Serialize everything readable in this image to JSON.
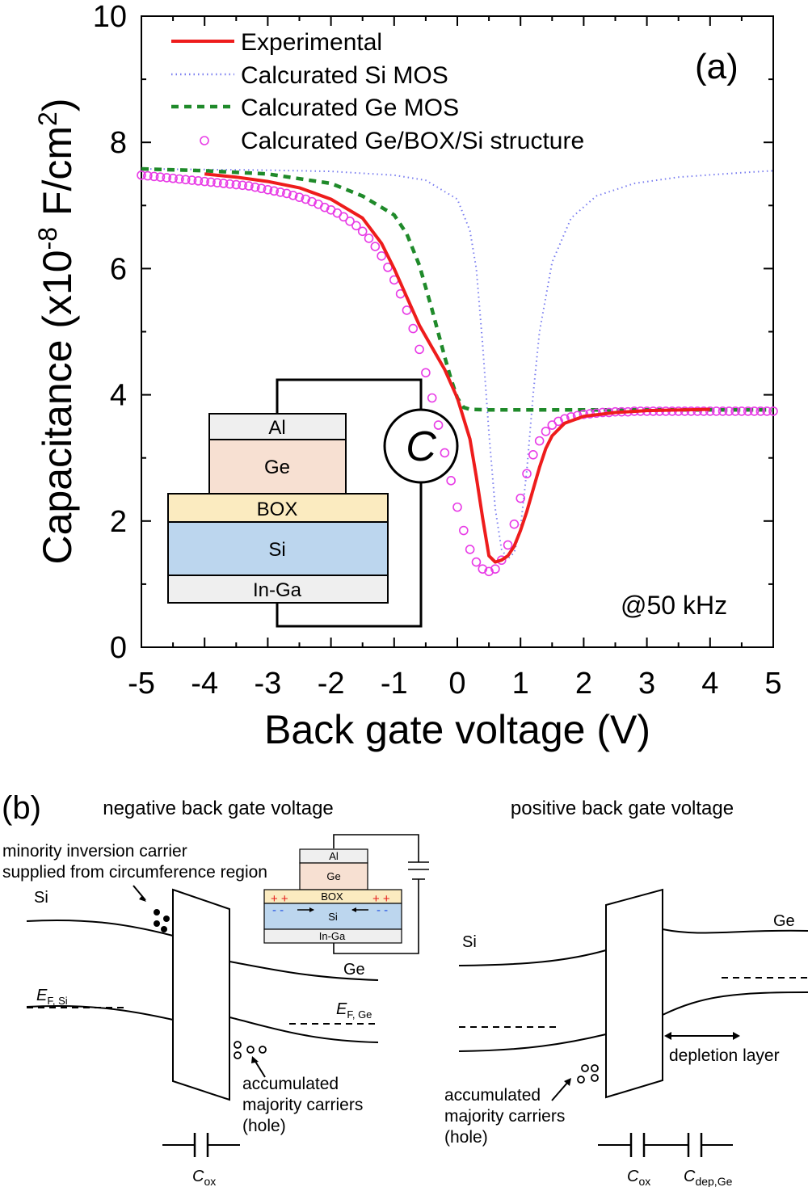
{
  "panel_a": {
    "label": "(a)",
    "frequency": "@50 kHz",
    "xlabel": "Back gate voltage (V)",
    "ylabel": "Capacitance (x10",
    "ylabel_exp": "-8",
    "ylabel_tail": " F/cm",
    "ylabel_sq": "2",
    "ylabel_close": ")",
    "circuit_symbol": "C",
    "layers": [
      "Al",
      "Ge",
      "BOX",
      "Si",
      "In-Ga"
    ],
    "layer_colors": [
      "#efefef",
      "#f7e0d2",
      "#fbebc0",
      "#bcd6ee",
      "#efefef"
    ]
  },
  "chart_data": {
    "type": "line",
    "xlabel": "Back gate voltage (V)",
    "ylabel": "Capacitance (x10-8 F/cm2)",
    "xlim": [
      -5,
      5
    ],
    "ylim": [
      0,
      10
    ],
    "xticks": [
      -5,
      -4,
      -3,
      -2,
      -1,
      0,
      1,
      2,
      3,
      4,
      5
    ],
    "yticks": [
      0,
      2,
      4,
      6,
      8,
      10
    ],
    "legend": "top-left",
    "series": [
      {
        "name": "Experimental",
        "style": "solid",
        "color": "#ee1c1c",
        "x": [
          -4.0,
          -3.5,
          -3.0,
          -2.5,
          -2.0,
          -1.5,
          -1.2,
          -1.0,
          -0.8,
          -0.6,
          -0.4,
          -0.2,
          0.0,
          0.2,
          0.3,
          0.4,
          0.5,
          0.6,
          0.7,
          0.8,
          0.9,
          1.0,
          1.1,
          1.2,
          1.3,
          1.4,
          1.5,
          1.7,
          2.0,
          2.5,
          3.0,
          4.0
        ],
        "y": [
          7.5,
          7.45,
          7.38,
          7.28,
          7.1,
          6.8,
          6.4,
          6.0,
          5.55,
          5.1,
          4.75,
          4.4,
          3.95,
          3.3,
          2.7,
          2.05,
          1.45,
          1.35,
          1.38,
          1.45,
          1.6,
          1.85,
          2.15,
          2.5,
          2.85,
          3.15,
          3.35,
          3.55,
          3.66,
          3.72,
          3.75,
          3.77
        ]
      },
      {
        "name": "Calcurated Si MOS",
        "style": "dotted",
        "color": "#7b7ff0",
        "x": [
          -5.0,
          -4.0,
          -3.0,
          -2.0,
          -1.0,
          -0.5,
          0.0,
          0.2,
          0.3,
          0.4,
          0.5,
          0.6,
          0.7,
          0.8,
          0.9,
          1.0,
          1.1,
          1.2,
          1.3,
          1.5,
          1.8,
          2.2,
          2.8,
          3.5,
          4.5,
          5.0
        ],
        "y": [
          7.58,
          7.57,
          7.56,
          7.54,
          7.48,
          7.4,
          7.1,
          6.6,
          6.0,
          4.8,
          3.4,
          2.2,
          1.55,
          1.4,
          1.5,
          1.9,
          2.8,
          4.0,
          5.0,
          6.1,
          6.8,
          7.15,
          7.35,
          7.45,
          7.52,
          7.55
        ]
      },
      {
        "name": "Calcurated Ge MOS",
        "style": "dashed",
        "color": "#1f8a2a",
        "x": [
          -5.0,
          -4.0,
          -3.0,
          -2.0,
          -1.5,
          -1.0,
          -0.8,
          -0.6,
          -0.4,
          -0.2,
          -0.1,
          0.0,
          0.1,
          0.2,
          0.5,
          1.0,
          2.0,
          3.0,
          4.0,
          5.0
        ],
        "y": [
          7.58,
          7.55,
          7.5,
          7.35,
          7.15,
          6.85,
          6.55,
          6.05,
          5.35,
          4.6,
          4.25,
          3.95,
          3.8,
          3.77,
          3.76,
          3.76,
          3.76,
          3.76,
          3.76,
          3.76
        ]
      },
      {
        "name": "Calcurated Ge/BOX/Si structure",
        "style": "markers",
        "color": "#e83ce6",
        "x": [
          -5.0,
          -4.9,
          -4.8,
          -4.7,
          -4.6,
          -4.5,
          -4.4,
          -4.3,
          -4.2,
          -4.1,
          -4.0,
          -3.9,
          -3.8,
          -3.7,
          -3.6,
          -3.5,
          -3.4,
          -3.3,
          -3.2,
          -3.1,
          -3.0,
          -2.9,
          -2.8,
          -2.7,
          -2.6,
          -2.5,
          -2.4,
          -2.3,
          -2.2,
          -2.1,
          -2.0,
          -1.9,
          -1.8,
          -1.7,
          -1.6,
          -1.5,
          -1.4,
          -1.3,
          -1.2,
          -1.1,
          -1.0,
          -0.9,
          -0.8,
          -0.7,
          -0.6,
          -0.5,
          -0.4,
          -0.3,
          -0.2,
          -0.1,
          0.0,
          0.1,
          0.2,
          0.3,
          0.4,
          0.5,
          0.6,
          0.7,
          0.8,
          0.9,
          1.0,
          1.1,
          1.2,
          1.3,
          1.4,
          1.5,
          1.6,
          1.7,
          1.8,
          1.9,
          2.0,
          2.1,
          2.2,
          2.3,
          2.4,
          2.5,
          2.6,
          2.7,
          2.8,
          2.9,
          3.0,
          3.1,
          3.2,
          3.3,
          3.4,
          3.5,
          3.6,
          3.7,
          3.8,
          3.9,
          4.0,
          4.1,
          4.2,
          4.3,
          4.4,
          4.5,
          4.6,
          4.7,
          4.8,
          4.9,
          5.0
        ],
        "y": [
          7.48,
          7.47,
          7.46,
          7.45,
          7.44,
          7.43,
          7.42,
          7.41,
          7.4,
          7.39,
          7.38,
          7.37,
          7.36,
          7.35,
          7.34,
          7.33,
          7.32,
          7.31,
          7.29,
          7.27,
          7.25,
          7.23,
          7.21,
          7.19,
          7.16,
          7.13,
          7.1,
          7.06,
          7.02,
          6.97,
          6.93,
          6.88,
          6.82,
          6.75,
          6.68,
          6.59,
          6.48,
          6.35,
          6.2,
          6.02,
          5.82,
          5.6,
          5.34,
          5.05,
          4.72,
          4.35,
          3.95,
          3.52,
          3.08,
          2.64,
          2.22,
          1.85,
          1.55,
          1.35,
          1.24,
          1.2,
          1.24,
          1.38,
          1.62,
          1.95,
          2.36,
          2.75,
          3.05,
          3.27,
          3.42,
          3.52,
          3.58,
          3.62,
          3.65,
          3.67,
          3.69,
          3.7,
          3.71,
          3.72,
          3.72,
          3.73,
          3.73,
          3.73,
          3.74,
          3.74,
          3.74,
          3.74,
          3.74,
          3.74,
          3.74,
          3.74,
          3.74,
          3.74,
          3.74,
          3.74,
          3.74,
          3.74,
          3.74,
          3.74,
          3.74,
          3.74,
          3.74,
          3.74,
          3.74,
          3.74,
          3.74
        ]
      }
    ]
  },
  "panel_b": {
    "label": "(b)",
    "left_title": "negative back gate voltage",
    "right_title": "positive back gate voltage",
    "minority_line1": "minority inversion carrier",
    "minority_line2": "supplied from circumference region",
    "si_label": "Si",
    "ge_label": "Ge",
    "ef_symbol": "E",
    "ef_si_sub": "F, Si",
    "ef_ge_sub": "F, Ge",
    "accum_line1": "accumulated",
    "accum_line2": "majority carriers",
    "accum_line3": "(hole)",
    "depletion": "depletion layer",
    "c_symbol": "C",
    "cox_sub": "ox",
    "cdep_sub": "dep,Ge",
    "inset_layers": [
      "Al",
      "Ge",
      "BOX",
      "Si",
      "In-Ga"
    ],
    "plus": "+ +",
    "minus": "- -"
  }
}
